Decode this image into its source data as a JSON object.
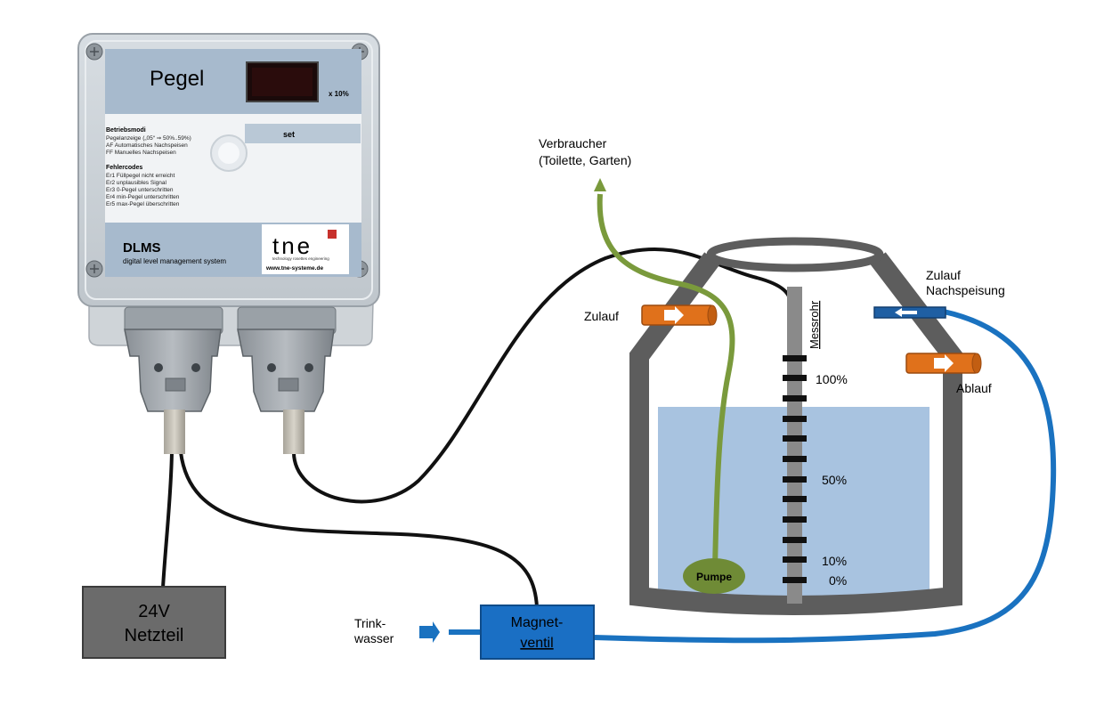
{
  "device": {
    "title": "Pegel",
    "display_unit": "x 10%",
    "set_label": "set",
    "mode_heading": "Betriebsmodi",
    "mode_lines": [
      "Pegelanzeige („05“ ⇒ 50%..59%)",
      "AF Automatisches Nachspeisen",
      "FF Manuelles Nachspeisen"
    ],
    "error_heading": "Fehlercodes",
    "error_lines": [
      "Er1  Füllpegel nicht erreicht",
      "Er2  unplausibles Signal",
      "Er3  0-Pegel unterschritten",
      "Er4  min-Pegel unterschritten",
      "Er5  max-Pegel überschritten"
    ],
    "product_name": "DLMS",
    "product_subtitle": "digital level management system",
    "logo_text": "tne",
    "logo_tagline": "technology rosettes engineering",
    "website": "www.tne-systeme.de"
  },
  "power_supply": {
    "line1": "24V",
    "line2": "Netzteil"
  },
  "valve": {
    "line1": "Magnet-",
    "line2": "ventil"
  },
  "water_input": {
    "line1": "Trink-",
    "line2": "wasser"
  },
  "consumer": {
    "line1": "Verbraucher",
    "line2": "(Toilette, Garten)"
  },
  "tank": {
    "inlet_label": "Zulauf",
    "refill_inlet_line1": "Zulauf",
    "refill_inlet_line2": "Nachspeisung",
    "outlet_label": "Ablauf",
    "tube_label": "Messrohr",
    "pump_label": "Pumpe",
    "scale_labels": [
      "100%",
      "50%",
      "10%",
      "0%"
    ]
  },
  "colors": {
    "tank_wall": "#5d5d5d",
    "water": "#a8c3e0",
    "green_pipe": "#7a9a3c",
    "blue_pipe": "#1a72c0",
    "orange_pipe": "#e0711b",
    "valve_box": "#1a6fc4",
    "power_box": "#6b6b6b"
  }
}
